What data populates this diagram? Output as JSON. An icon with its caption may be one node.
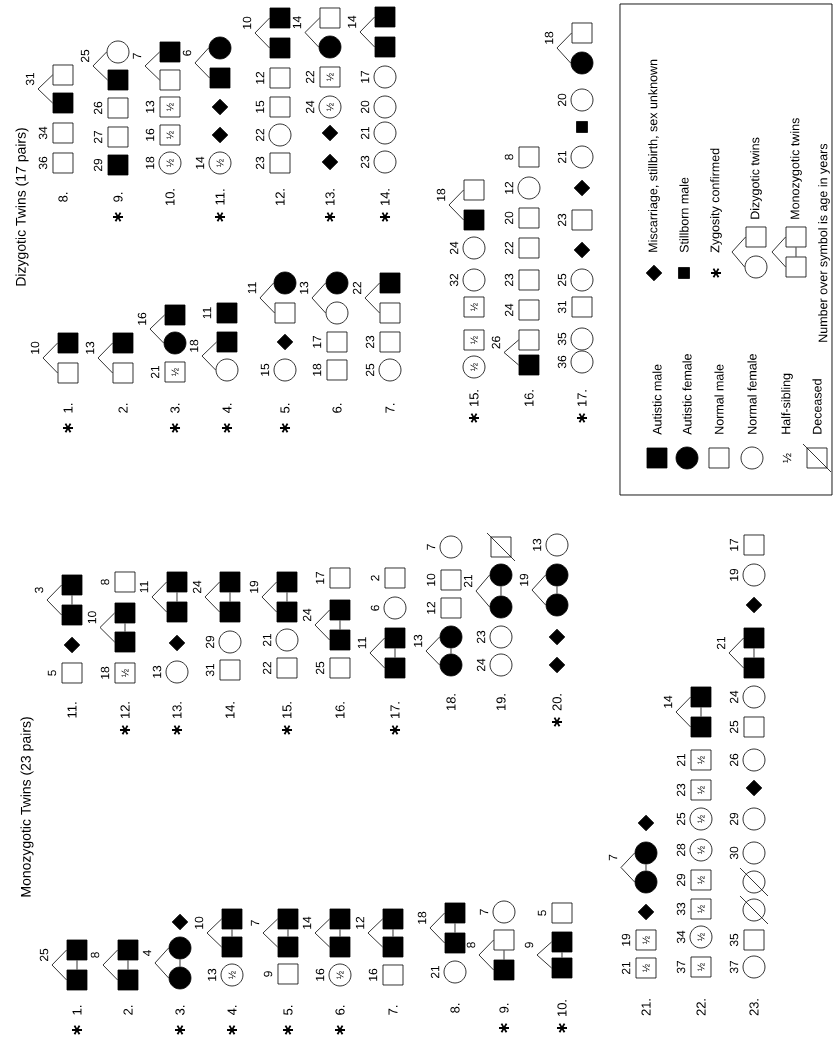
{
  "diagram": {
    "nodes": [
      {
        "text": [],
        "shape": "box"
      },
      {
        "text": [],
        "shape": "box"
      },
      {
        "text": [],
        "shape": "box"
      },
      {
        "text": [],
        "shape": "box"
      },
      {
        "text": [],
        "shape": "circle"
      },
      {
        "text": [],
        "shape": "circle"
      },
      {
        "text": [],
        "shape": "diamond"
      },
      {
        "text": [
          "½"
        ],
        "beside": [
          "13"
        ]
      },
      {
        "text": [],
        "shape": "box"
      },
      {
        "text": [],
        "shape": "box"
      },
      {
        "text": [],
        "shape": "box",
        "beside": [
          "9"
        ]
      },
      {
        "text": [],
        "shape": "box"
      },
      {
        "text": [],
        "shape": "box"
      },
      {
        "text": [
          "½"
        ],
        "beside": [
          "16"
        ]
      },
      {
        "text": [],
        "shape": "box"
      },
      {
        "text": [],
        "shape": "box"
      },
      {
        "text": [],
        "shape": "box",
        "beside": [
          "16"
        ]
      },
      {
        "text": [],
        "shape": "box"
      },
      {
        "text": [],
        "shape": "box"
      },
      {
        "text": [],
        "shape": "circle",
        "beside": [
          "21"
        ]
      },
      {
        "text": [],
        "shape": "box"
      },
      {
        "text": [],
        "shape": "box"
      },
      {
        "text": [],
        "shape": "box"
      },
      {
        "text": [],
        "shape": "box"
      },
      {
        "text": [],
        "shape": "circle",
        "beside": [
          "7"
        ]
      },
      {
        "text": [],
        "shape": "box"
      },
      {
        "text": [],
        "shape": "box"
      },
      {
        "text": [],
        "shape": "box",
        "beside": [
          "5"
        ]
      },
      {
        "text": [],
        "shape": "box",
        "beside": [
          "5"
        ]
      },
      {
        "text": [],
        "shape": "diamond"
      },
      {
        "text": [],
        "shape": "box"
      },
      {
        "text": [],
        "shape": "box"
      },
      {
        "text": [
          "½"
        ],
        "beside": [
          "18"
        ]
      },
      {
        "text": [],
        "shape": "box"
      },
      {
        "text": [],
        "shape": "box"
      },
      {
        "text": [],
        "shape": "box",
        "beside": [
          "8"
        ]
      },
      {
        "text": [],
        "shape": "circle",
        "beside": [
          "13"
        ]
      },
      {
        "text": [],
        "shape": "diamond"
      },
      {
        "text": [],
        "shape": "box"
      },
      {
        "text": [],
        "shape": "box"
      },
      {
        "text": [],
        "shape": "box",
        "beside": [
          "31"
        ]
      },
      {
        "text": [],
        "shape": "circle",
        "beside": [
          "29"
        ]
      },
      {
        "text": [],
        "shape": "box"
      },
      {
        "text": [],
        "shape": "box"
      },
      {
        "text": [],
        "shape": "box",
        "beside": [
          "22"
        ]
      },
      {
        "text": [],
        "shape": "circle",
        "beside": [
          "21"
        ]
      },
      {
        "text": [],
        "shape": "box"
      },
      {
        "text": [],
        "shape": "box"
      },
      {
        "text": [],
        "shape": "box",
        "beside": [
          "25"
        ]
      },
      {
        "text": [],
        "shape": "box"
      },
      {
        "text": [],
        "shape": "box"
      },
      {
        "text": [],
        "shape": "box",
        "beside": [
          "17"
        ]
      },
      {
        "text": [],
        "shape": "box"
      },
      {
        "text": [],
        "shape": "box"
      },
      {
        "text": [],
        "shape": "circle",
        "beside": [
          "6"
        ]
      },
      {
        "text": [],
        "shape": "box",
        "beside": [
          "2"
        ]
      },
      {
        "text": [],
        "shape": "circle"
      },
      {
        "text": [],
        "shape": "circle"
      },
      {
        "text": [],
        "shape": "box",
        "beside": [
          "12"
        ]
      },
      {
        "text": [],
        "shape": "box",
        "beside": [
          "10"
        ]
      },
      {
        "text": [],
        "shape": "circle",
        "beside": [
          "7"
        ]
      },
      {
        "text": [],
        "shape": "circle",
        "beside": [
          "24"
        ]
      },
      {
        "text": [],
        "shape": "circle",
        "beside": [
          "23"
        ]
      },
      {
        "text": [],
        "shape": "circle"
      },
      {
        "text": [],
        "shape": "circle"
      },
      {
        "text": [],
        "shape": "box"
      },
      {
        "text": [],
        "shape": "diamond"
      },
      {
        "text": [],
        "shape": "diamond"
      },
      {
        "text": [],
        "shape": "circle"
      },
      {
        "text": [],
        "shape": "circle"
      },
      {
        "text": [],
        "shape": "circle",
        "beside": [
          "13"
        ]
      },
      {
        "text": [
          "½"
        ],
        "beside": [
          "21"
        ]
      },
      {
        "text": [
          "½"
        ],
        "beside": [
          "19"
        ]
      },
      {
        "text": [],
        "shape": "diamond"
      },
      {
        "text": [],
        "shape": "circle"
      },
      {
        "text": [],
        "shape": "circle"
      },
      {
        "text": [],
        "shape": "diamond"
      },
      {
        "text": [
          "½"
        ],
        "beside": [
          "37"
        ]
      },
      {
        "text": [
          "½"
        ],
        "beside": [
          "34"
        ]
      },
      {
        "text": [
          "½"
        ],
        "beside": [
          "33"
        ]
      },
      {
        "text": [
          "½"
        ],
        "beside": [
          "29"
        ]
      },
      {
        "text": [
          "½"
        ],
        "beside": [
          "28"
        ]
      },
      {
        "text": [
          "½"
        ],
        "beside": [
          "25"
        ]
      },
      {
        "text": [
          "½"
        ],
        "beside": [
          "23"
        ]
      },
      {
        "text": [
          "½"
        ],
        "beside": [
          "21"
        ]
      },
      {
        "text": [],
        "shape": "box"
      },
      {
        "text": [],
        "shape": "box"
      },
      {
        "text": [],
        "shape": "circle",
        "beside": [
          "37"
        ]
      },
      {
        "text": [],
        "shape": "box",
        "beside": [
          "35"
        ]
      },
      {
        "text": [],
        "shape": "circle"
      },
      {
        "text": [],
        "shape": "circle"
      },
      {
        "text": [],
        "shape": "circle",
        "beside": [
          "30"
        ]
      },
      {
        "text": [],
        "shape": "circle",
        "beside": [
          "29"
        ]
      },
      {
        "text": [],
        "shape": "diamond"
      },
      {
        "text": [],
        "shape": "circle",
        "beside": [
          "26"
        ]
      },
      {
        "text": [],
        "shape": "box",
        "beside": [
          "25"
        ]
      },
      {
        "text": [],
        "shape": "circle",
        "beside": [
          "24"
        ]
      },
      {
        "text": [],
        "shape": "box"
      },
      {
        "text": [],
        "shape": "box"
      },
      {
        "text": [],
        "shape": "diamond"
      },
      {
        "text": [],
        "shape": "circle",
        "beside": [
          "19"
        ]
      },
      {
        "text": [],
        "shape": "box",
        "beside": [
          "17"
        ]
      },
      {
        "text": [],
        "shape": "box"
      },
      {
        "text": [],
        "shape": "box"
      },
      {
        "text": [],
        "shape": "box"
      },
      {
        "text": [],
        "shape": "box"
      },
      {
        "text": [
          "½"
        ],
        "beside": [
          "21"
        ]
      },
      {
        "text": [],
        "shape": "circle"
      },
      {
        "text": [],
        "shape": "box"
      },
      {
        "text": [],
        "shape": "circle"
      },
      {
        "text": [],
        "shape": "box"
      },
      {
        "text": [],
        "shape": "box",
        "beside": [
          "11"
        ]
      },
      {
        "text": [],
        "shape": "circle",
        "beside": [
          "15"
        ]
      },
      {
        "text": [],
        "shape": "diamond"
      },
      {
        "text": [],
        "shape": "box"
      },
      {
        "text": [],
        "shape": "circle"
      },
      {
        "text": [],
        "shape": "box",
        "beside": [
          "18"
        ]
      },
      {
        "text": [],
        "shape": "box",
        "beside": [
          "17"
        ]
      },
      {
        "text": [],
        "shape": "circle"
      },
      {
        "text": [],
        "shape": "circle"
      },
      {
        "text": [],
        "shape": "circle",
        "beside": [
          "25"
        ]
      },
      {
        "text": [],
        "shape": "box",
        "beside": [
          "23"
        ]
      },
      {
        "text": [],
        "shape": "box"
      },
      {
        "text": [],
        "shape": "box"
      },
      {
        "text": [],
        "shape": "box",
        "beside": [
          "36"
        ]
      },
      {
        "text": [],
        "shape": "box",
        "beside": [
          "34"
        ]
      },
      {
        "text": [],
        "shape": "box"
      },
      {
        "text": [],
        "shape": "box"
      },
      {
        "text": [],
        "shape": "box",
        "beside": [
          "29"
        ]
      },
      {
        "text": [],
        "shape": "box",
        "beside": [
          "27"
        ]
      },
      {
        "text": [],
        "shape": "box",
        "beside": [
          "26"
        ]
      },
      {
        "text": [],
        "shape": "box"
      },
      {
        "text": [],
        "shape": "circle"
      },
      {
        "text": [
          "½"
        ],
        "beside": [
          "18"
        ]
      },
      {
        "text": [
          "½"
        ],
        "beside": [
          "16"
        ]
      },
      {
        "text": [
          "½"
        ],
        "beside": [
          "13"
        ]
      },
      {
        "text": [],
        "shape": "box"
      },
      {
        "text": [],
        "shape": "box"
      },
      {
        "text": [
          "½"
        ],
        "beside": [
          "14"
        ]
      },
      {
        "text": [],
        "shape": "diamond"
      },
      {
        "text": [],
        "shape": "diamond"
      },
      {
        "text": [],
        "shape": "box"
      },
      {
        "text": [],
        "shape": "circle"
      },
      {
        "text": [],
        "shape": "box",
        "beside": [
          "23"
        ]
      },
      {
        "text": [],
        "shape": "circle",
        "beside": [
          "22"
        ]
      },
      {
        "text": [],
        "shape": "box",
        "beside": [
          "15"
        ]
      },
      {
        "text": [],
        "shape": "box",
        "beside": [
          "12"
        ]
      },
      {
        "text": [],
        "shape": "box"
      },
      {
        "text": [],
        "shape": "box"
      },
      {
        "text": [],
        "shape": "diamond"
      },
      {
        "text": [],
        "shape": "diamond"
      },
      {
        "text": [
          "½"
        ],
        "beside": [
          "24"
        ]
      },
      {
        "text": [
          "½"
        ],
        "beside": [
          "22"
        ]
      },
      {
        "text": [],
        "shape": "circle"
      },
      {
        "text": [],
        "shape": "box"
      },
      {
        "text": [],
        "shape": "circle",
        "beside": [
          "23"
        ]
      },
      {
        "text": [],
        "shape": "circle",
        "beside": [
          "21"
        ]
      },
      {
        "text": [],
        "shape": "circle",
        "beside": [
          "20"
        ]
      },
      {
        "text": [],
        "shape": "circle",
        "beside": [
          "17"
        ]
      },
      {
        "text": [],
        "shape": "box"
      },
      {
        "text": [],
        "shape": "box"
      },
      {
        "text": [
          "½"
        ]
      },
      {
        "text": [
          "½"
        ]
      },
      {
        "text": [
          "½"
        ]
      },
      {
        "text": [],
        "shape": "circle",
        "beside": [
          "32"
        ]
      },
      {
        "text": [],
        "shape": "circle",
        "beside": [
          "24"
        ]
      },
      {
        "text": [],
        "shape": "box"
      },
      {
        "text": [],
        "shape": "box"
      },
      {
        "text": [],
        "shape": "box"
      },
      {
        "text": [],
        "shape": "box"
      },
      {
        "text": [],
        "shape": "box",
        "beside": [
          "24"
        ]
      },
      {
        "text": [],
        "shape": "box",
        "beside": [
          "23"
        ]
      },
      {
        "text": [],
        "shape": "box",
        "beside": [
          "22"
        ]
      },
      {
        "text": [],
        "shape": "box",
        "beside": [
          "20"
        ]
      },
      {
        "text": [],
        "shape": "circle",
        "beside": [
          "12"
        ]
      },
      {
        "text": [],
        "shape": "box",
        "beside": [
          "8"
        ]
      },
      {
        "text": [],
        "shape": "circle",
        "beside": [
          "36"
        ]
      },
      {
        "text": [],
        "shape": "circle",
        "beside": [
          "35"
        ]
      },
      {
        "text": [],
        "shape": "box",
        "beside": [
          "31"
        ]
      },
      {
        "text": [],
        "shape": "circle",
        "beside": [
          "25"
        ]
      },
      {
        "text": [],
        "shape": "diamond"
      },
      {
        "text": [],
        "shape": "box",
        "beside": [
          "23"
        ]
      },
      {
        "text": [],
        "shape": "diamond"
      },
      {
        "text": [],
        "shape": "circle",
        "beside": [
          "21"
        ]
      },
      {
        "text": [],
        "shape": "box"
      },
      {
        "text": [],
        "shape": "circle",
        "beside": [
          "20"
        ]
      },
      {
        "text": [],
        "shape": "circle"
      },
      {
        "text": [],
        "shape": "box"
      }
    ],
    "edges": [
      {
        "from": 0,
        "to": 1,
        "arrow": "none",
        "label": "25"
      },
      {
        "from": 2,
        "to": 3,
        "arrow": "none",
        "label": "8"
      },
      {
        "from": 4,
        "to": 5,
        "arrow": "none",
        "label": "4"
      },
      {
        "from": 8,
        "to": 9,
        "arrow": "none",
        "label": "10"
      },
      {
        "from": 11,
        "to": 12,
        "arrow": "none",
        "label": "7"
      },
      {
        "from": 14,
        "to": 15,
        "arrow": "none",
        "label": "14"
      },
      {
        "from": 17,
        "to": 18,
        "arrow": "none",
        "label": "12"
      },
      {
        "from": 20,
        "to": 21,
        "arrow": "none",
        "label": "18"
      },
      {
        "from": 22,
        "to": 23,
        "arrow": "none",
        "label": "8"
      },
      {
        "from": 25,
        "to": 26,
        "arrow": "none",
        "label": "9"
      },
      {
        "from": 30,
        "to": 31,
        "arrow": "none",
        "label": "3"
      },
      {
        "from": 33,
        "to": 34,
        "arrow": "none",
        "label": "10"
      },
      {
        "from": 38,
        "to": 39,
        "arrow": "none",
        "label": "11"
      },
      {
        "from": 42,
        "to": 43,
        "arrow": "none",
        "label": "24"
      },
      {
        "from": 46,
        "to": 47,
        "arrow": "none",
        "label": "19"
      },
      {
        "from": 49,
        "to": 50,
        "arrow": "none",
        "label": "24"
      },
      {
        "from": 52,
        "to": 53,
        "arrow": "none",
        "label": "11"
      },
      {
        "from": 56,
        "to": 57,
        "arrow": "none",
        "label": "13"
      },
      {
        "from": 63,
        "to": 64,
        "arrow": "none",
        "label": "21"
      },
      {
        "from": 68,
        "to": 69,
        "arrow": "none",
        "label": "19"
      },
      {
        "from": 74,
        "to": 75,
        "arrow": "none",
        "label": "7"
      },
      {
        "from": 85,
        "to": 86,
        "arrow": "none",
        "label": "14"
      },
      {
        "from": 97,
        "to": 98,
        "arrow": "none",
        "label": "21"
      },
      {
        "from": 102,
        "to": 103,
        "arrow": "none",
        "label": "10"
      },
      {
        "from": 104,
        "to": 105,
        "arrow": "none",
        "label": "13"
      },
      {
        "from": 107,
        "to": 108,
        "arrow": "none",
        "label": "16"
      },
      {
        "from": 109,
        "to": 110,
        "arrow": "none",
        "label": "18"
      },
      {
        "from": 114,
        "to": 115,
        "arrow": "none",
        "label": "11"
      },
      {
        "from": 118,
        "to": 119,
        "arrow": "none",
        "label": "13"
      },
      {
        "from": 122,
        "to": 123,
        "arrow": "none",
        "label": "22"
      },
      {
        "from": 126,
        "to": 127,
        "arrow": "none",
        "label": "31"
      },
      {
        "from": 131,
        "to": 132,
        "arrow": "none",
        "label": "25"
      },
      {
        "from": 136,
        "to": 137,
        "arrow": "none",
        "label": "7"
      },
      {
        "from": 141,
        "to": 142,
        "arrow": "none",
        "label": "6"
      },
      {
        "from": 147,
        "to": 148,
        "arrow": "none",
        "label": "10"
      },
      {
        "from": 153,
        "to": 154,
        "arrow": "none",
        "label": "14"
      },
      {
        "from": 159,
        "to": 160,
        "arrow": "none",
        "label": "14"
      },
      {
        "from": 166,
        "to": 167,
        "arrow": "none",
        "label": "18"
      },
      {
        "from": 168,
        "to": 169,
        "arrow": "none",
        "label": "26"
      },
      {
        "from": 186,
        "to": 187,
        "arrow": "none",
        "label": "18"
      }
    ],
    "labels": [
      "Monozygotic Twins (23 pairs)",
      "∗",
      "1.",
      "2.",
      "∗",
      "3.",
      "∗",
      "4.",
      "∗",
      "5.",
      "∗",
      "6.",
      "7.",
      "8.",
      "∗",
      "9.",
      "∗",
      "10.",
      "11.",
      "∗",
      "12.",
      "∗",
      "13.",
      "14.",
      "∗",
      "15.",
      "16.",
      "∗",
      "17.",
      "18.",
      "19.",
      "∗",
      "20.",
      "21.",
      "22.",
      "23.",
      "Dizygotic Twins (17 pairs)",
      "∗",
      "1.",
      "2.",
      "∗",
      "3.",
      "∗",
      "4.",
      "∗",
      "5.",
      "6.",
      "7.",
      "8.",
      "∗",
      "9.",
      "10.",
      "∗",
      "11.",
      "12.",
      "∗",
      "13.",
      "∗",
      "14.",
      "∗",
      "15.",
      "16.",
      "∗",
      "17.",
      "½",
      "∗",
      "Number over symbol is age in years"
    ],
    "legend": [
      {
        "text": "Autistic male"
      },
      {
        "text": "Autistic female"
      },
      {
        "text": "Normal male"
      },
      {
        "text": "Normal female"
      },
      {
        "text": "Half-sibling"
      },
      {
        "text": "Deceased"
      },
      {
        "text": "Miscarriage, stillbirth, sex unknown"
      },
      {
        "text": "Stillborn male"
      },
      {
        "text": "Zygosity confirmed"
      },
      {
        "text": "Dizygotic twins"
      },
      {
        "text": "Monozygotic twins"
      }
    ]
  }
}
